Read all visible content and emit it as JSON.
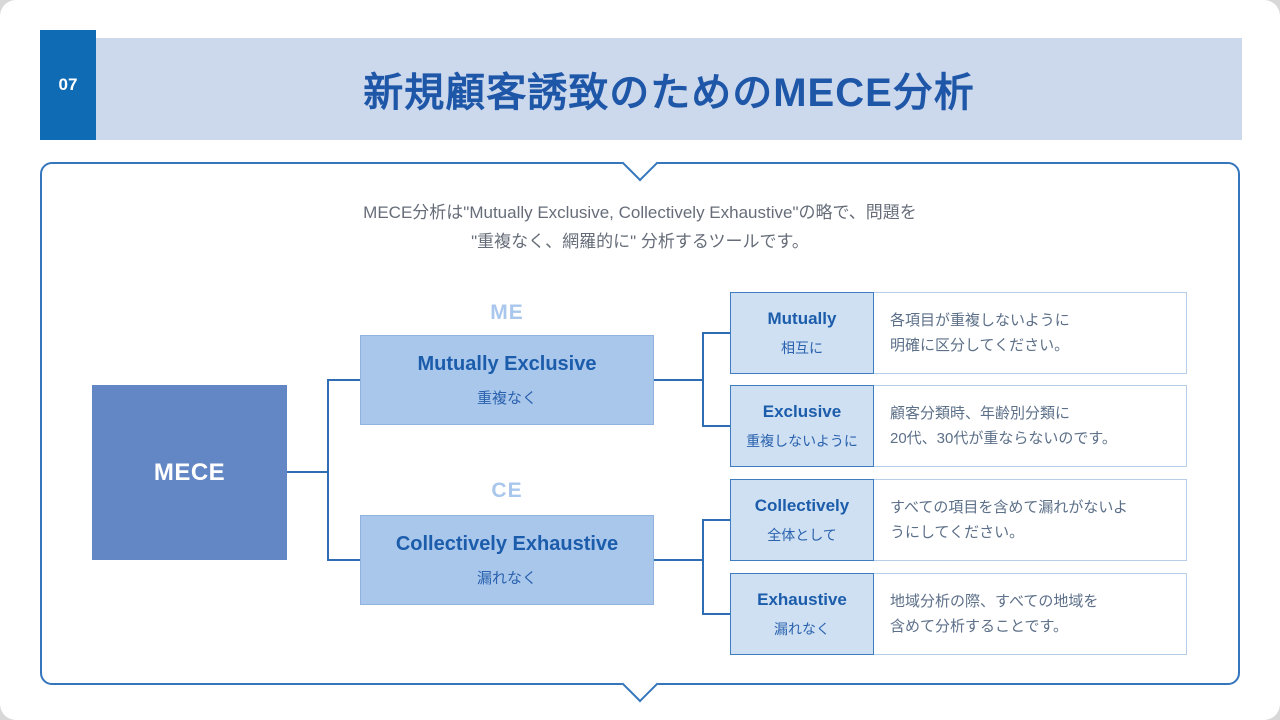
{
  "slide": {
    "page_number": "07",
    "title": "新規顧客誘致のためのMECE分析",
    "description_line1": "MECE分析は\"Mutually Exclusive, Collectively Exhaustive\"の略で、問題を",
    "description_line2": "\"重複なく、網羅的に\" 分析するツールです。"
  },
  "diagram": {
    "root": {
      "label": "MECE"
    },
    "branches": [
      {
        "tag": "ME",
        "title": "Mutually Exclusive",
        "subtitle": "重複なく",
        "children": [
          {
            "term": "Mutually",
            "term_sub": "相互に",
            "desc_line1": "各項目が重複しないように",
            "desc_line2": "明確に区分してください。"
          },
          {
            "term": "Exclusive",
            "term_sub": "重複しないように",
            "desc_line1": "顧客分類時、年齢別分類に",
            "desc_line2": "20代、30代が重ならないのです。"
          }
        ]
      },
      {
        "tag": "CE",
        "title": "Collectively Exhaustive",
        "subtitle": "漏れなく",
        "children": [
          {
            "term": "Collectively",
            "term_sub": "全体として",
            "desc_line1": "すべての項目を含めて漏れがないよ",
            "desc_line2": "うにしてください。"
          },
          {
            "term": "Exhaustive",
            "term_sub": "漏れなく",
            "desc_line1": "地域分析の際、すべての地域を",
            "desc_line2": "含めて分析することです。"
          }
        ]
      }
    ]
  },
  "colors": {
    "primary_blue": "#0e6bb4",
    "banner_bg": "#ccd8ec",
    "title_text": "#1e56a8",
    "panel_border": "#3575bc",
    "root_box": "#6387c4",
    "branch_box": "#a9c6eb",
    "term_box": "#cfe0f2",
    "connector": "#2e6cb4"
  }
}
